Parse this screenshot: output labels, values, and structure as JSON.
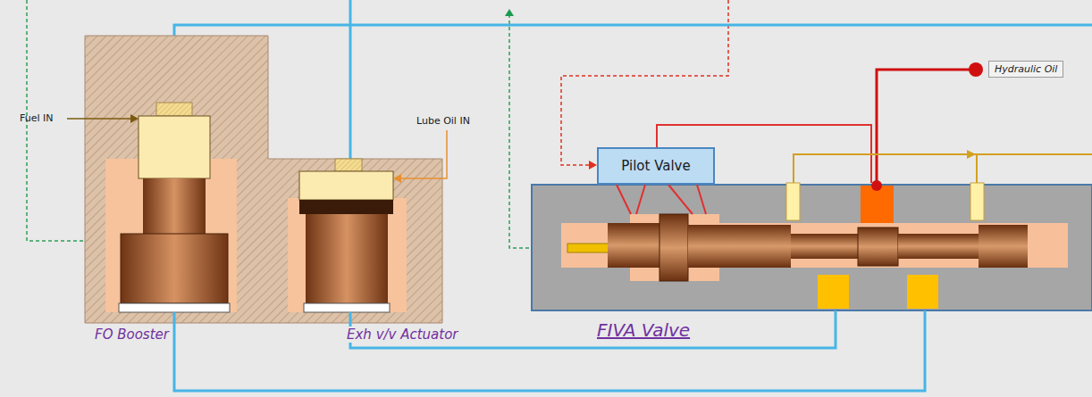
{
  "diagram": {
    "nodes": [
      {
        "text": [
          "FO Booster"
        ]
      },
      {
        "text": [
          "Exh v/v Actuator"
        ]
      },
      {
        "text": [
          "Pilot Valve"
        ]
      },
      {
        "text": [
          "FIVA Valve"
        ]
      }
    ],
    "edges": [
      {
        "from": 3,
        "to": 1,
        "arrow": "none"
      },
      {
        "from": 3,
        "to": 0,
        "arrow": "none"
      }
    ],
    "labels": [
      "Fuel IN",
      "Lube Oil IN",
      "Hydraulic Oil"
    ]
  }
}
